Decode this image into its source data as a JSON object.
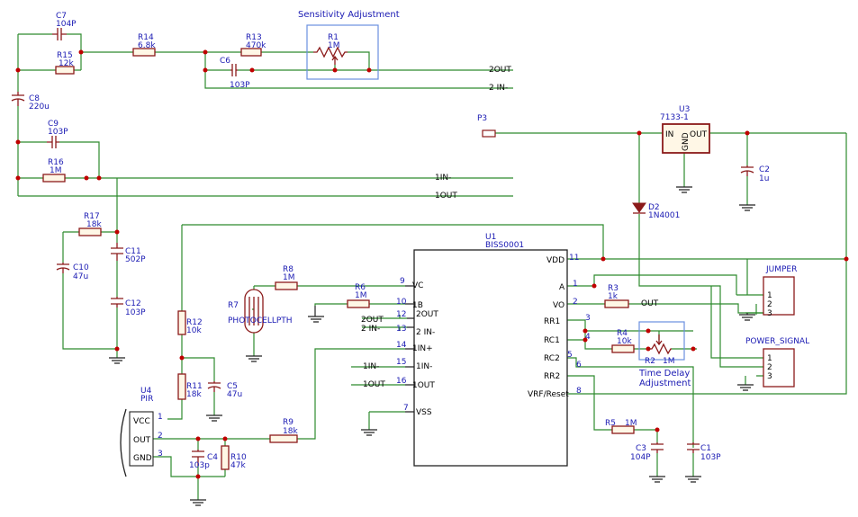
{
  "annotations": {
    "sensitivity": "Sensitivity Adjustment",
    "time_delay_1": "Time Delay",
    "time_delay_2": "Adjustment"
  },
  "components": {
    "C7": {
      "ref": "C7",
      "value": "104P"
    },
    "R15": {
      "ref": "R15",
      "value": "12k"
    },
    "R14": {
      "ref": "R14",
      "value": "6.8k"
    },
    "R13": {
      "ref": "R13",
      "value": "470k"
    },
    "R1": {
      "ref": "R1",
      "value": "1M"
    },
    "C6": {
      "ref": "C6",
      "value": "103P"
    },
    "C8": {
      "ref": "C8",
      "value": "220u"
    },
    "C9": {
      "ref": "C9",
      "value": "103P"
    },
    "R16": {
      "ref": "R16",
      "value": "1M"
    },
    "R17": {
      "ref": "R17",
      "value": "18k"
    },
    "C10": {
      "ref": "C10",
      "value": "47u"
    },
    "C11": {
      "ref": "C11",
      "value": "502P"
    },
    "C12": {
      "ref": "C12",
      "value": "103P"
    },
    "R12": {
      "ref": "R12",
      "value": "10k"
    },
    "R11": {
      "ref": "R11",
      "value": "18k"
    },
    "C5": {
      "ref": "C5",
      "value": "47u"
    },
    "U4": {
      "ref": "U4",
      "value": "PIR"
    },
    "R9": {
      "ref": "R9",
      "value": "18k"
    },
    "C4": {
      "ref": "C4",
      "value": "103p"
    },
    "R10": {
      "ref": "R10",
      "value": "47k"
    },
    "R7": {
      "ref": "R7",
      "value": "PHOTOCELLPTH"
    },
    "R8": {
      "ref": "R8",
      "value": "1M"
    },
    "R6": {
      "ref": "R6",
      "value": "1M"
    },
    "P3": {
      "ref": "P3"
    },
    "U3": {
      "ref": "U3",
      "value": "7133-1",
      "pin_in": "IN",
      "pin_out": "OUT",
      "pin_gnd": "GND"
    },
    "C2": {
      "ref": "C2",
      "value": "1u"
    },
    "D2": {
      "ref": "D2",
      "value": "1N4001"
    },
    "U1": {
      "ref": "U1",
      "value": "BISS0001"
    },
    "R3": {
      "ref": "R3",
      "value": "1k"
    },
    "R4": {
      "ref": "R4",
      "value": "10k"
    },
    "R2": {
      "ref": "R2",
      "value": "1M"
    },
    "R5": {
      "ref": "R5",
      "value": "1M"
    },
    "C3": {
      "ref": "C3",
      "value": "104P"
    },
    "C1": {
      "ref": "C1",
      "value": "103P"
    },
    "JUMPER": {
      "ref": "JUMPER"
    },
    "POWER_SIGNAL": {
      "ref": "POWER_SIGNAL"
    }
  },
  "net_labels": {
    "out2": "2OUT",
    "in2m": "2 IN-",
    "in1m": "1IN-",
    "out1": "1OUT",
    "out": "OUT",
    "u1_2out": "2OUT",
    "u1_2inm": "2 IN-",
    "u1_1inm": "1IN-",
    "u1_1out": "1OUT"
  },
  "u1_left_pins": [
    {
      "num": "11",
      "name": "VDD"
    },
    {
      "num": "1",
      "name": "A"
    },
    {
      "num": "2",
      "name": "VO"
    },
    {
      "num": "3",
      "name": "RR1"
    },
    {
      "num": "4",
      "name": "RC1"
    },
    {
      "num": "5",
      "name": "RC2"
    },
    {
      "num": "6",
      "name": "RR2"
    },
    {
      "num": "8",
      "name": "VRF/Reset"
    }
  ],
  "u1_right_pins": [
    {
      "num": "9",
      "name": "VC"
    },
    {
      "num": "10",
      "name": "1B"
    },
    {
      "num": "12",
      "name": "2OUT"
    },
    {
      "num": "13",
      "name": "2 IN-"
    },
    {
      "num": "14",
      "name": "1IN+"
    },
    {
      "num": "15",
      "name": "1IN-"
    },
    {
      "num": "16",
      "name": "1OUT"
    },
    {
      "num": "7",
      "name": "VSS"
    }
  ],
  "u4_pins": [
    {
      "num": "1",
      "name": "VCC"
    },
    {
      "num": "2",
      "name": "OUT"
    },
    {
      "num": "3",
      "name": "GND"
    }
  ],
  "connector_pins": [
    "1",
    "2",
    "3"
  ]
}
